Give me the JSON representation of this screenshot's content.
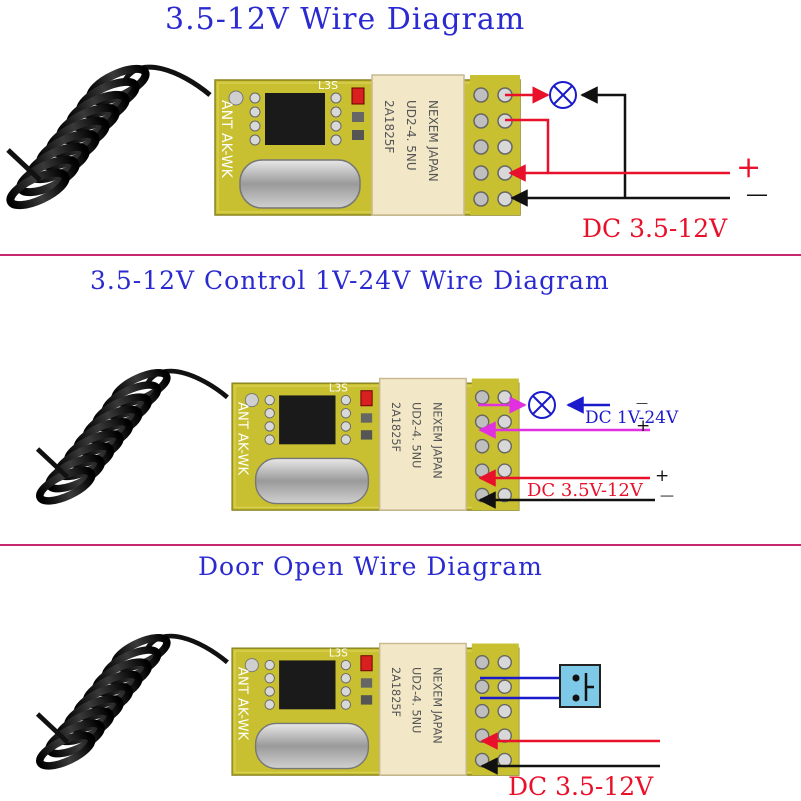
{
  "colors": {
    "title": "#2a2ad0",
    "divider": "#c8286e",
    "red_wire": "#e8102a",
    "black_wire": "#111111",
    "blue_wire": "#1a1acc",
    "magenta_wire": "#e030e0",
    "label_red": "#e8102a",
    "pcb": "#c8c030",
    "relay": "#f2e8c8",
    "switch": "#7ec8e8"
  },
  "sections": [
    {
      "title": "3.5-12V Wire Diagram",
      "plus": "+",
      "minus": "—",
      "dc_label": "DC 3.5-12V",
      "relay_lines": [
        "2A1825F",
        "UD2-4. 5NU",
        "NEXEM JAPAN"
      ]
    },
    {
      "title": "3.5-12V Control 1V-24V Wire Diagram",
      "plus": "+",
      "minus": "—",
      "dc_label": "DC 3.5V-12V",
      "load_label": "DC 1V-24V",
      "load_plus": "+",
      "load_minus": "—",
      "relay_lines": [
        "2A1825F",
        "UD2-4. 5NU",
        "NEXEM JAPAN"
      ]
    },
    {
      "title": "Door Open Wire Diagram",
      "dc_label": "DC 3.5-12V",
      "relay_lines": [
        "2A1825F",
        "UD2-4. 5NU",
        "NEXEM JAPAN"
      ]
    }
  ],
  "board_marks": [
    "ANT AK-WK",
    "L3S"
  ],
  "icons": [
    "antenna-coil-icon",
    "lamp-icon",
    "door-switch-icon"
  ]
}
